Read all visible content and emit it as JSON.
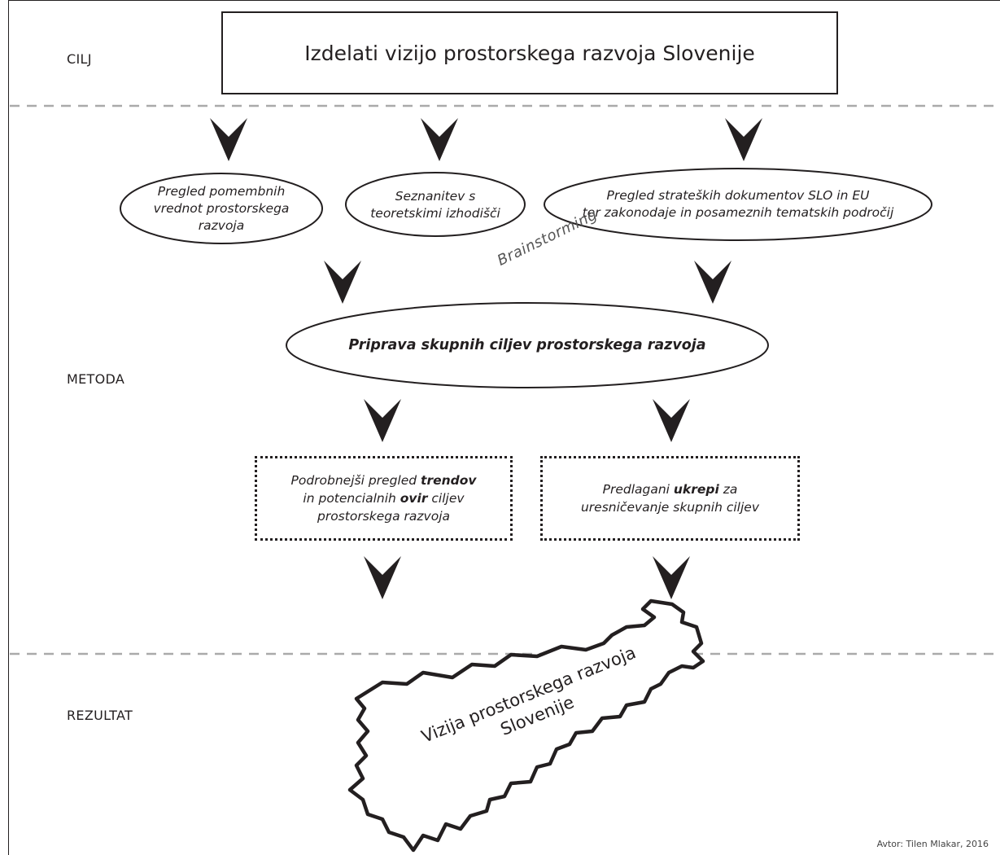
{
  "sections": {
    "cilj": "CILJ",
    "metoda": "METODA",
    "rezultat": "REZULTAT"
  },
  "goal": "Izdelati vizijo prostorskega razvoja Slovenije",
  "inputs": [
    {
      "line1": "Pregled pomembnih",
      "line2": "vrednot prostorskega",
      "line3": "razvoja"
    },
    {
      "line1": "Seznanitev s",
      "line2": "teoretskimi izhodišči"
    },
    {
      "line1": "Pregled strateških dokumentov SLO in EU",
      "line2": "ter zakonodaje in posameznih tematskih področij"
    }
  ],
  "brainstorming": "Brainstorming",
  "main_step": "Priprava skupnih ciljev prostorskega razvoja",
  "box_left": {
    "p1": "Podrobnejši pregled ",
    "b1": "trendov",
    "p2": "in potencialnih ",
    "b2": "ovir",
    "p3": " ciljev",
    "p4": "prostorskega razvoja"
  },
  "box_right": {
    "p1": "Predlagani ",
    "b1": "ukrepi",
    "p2": " za",
    "p3": "uresničevanje skupnih ciljev"
  },
  "result": {
    "line1": "Vizija prostorskega razvoja",
    "line2": "Slovenije"
  },
  "credit": "Avtor: Tilen Mlakar, 2016"
}
